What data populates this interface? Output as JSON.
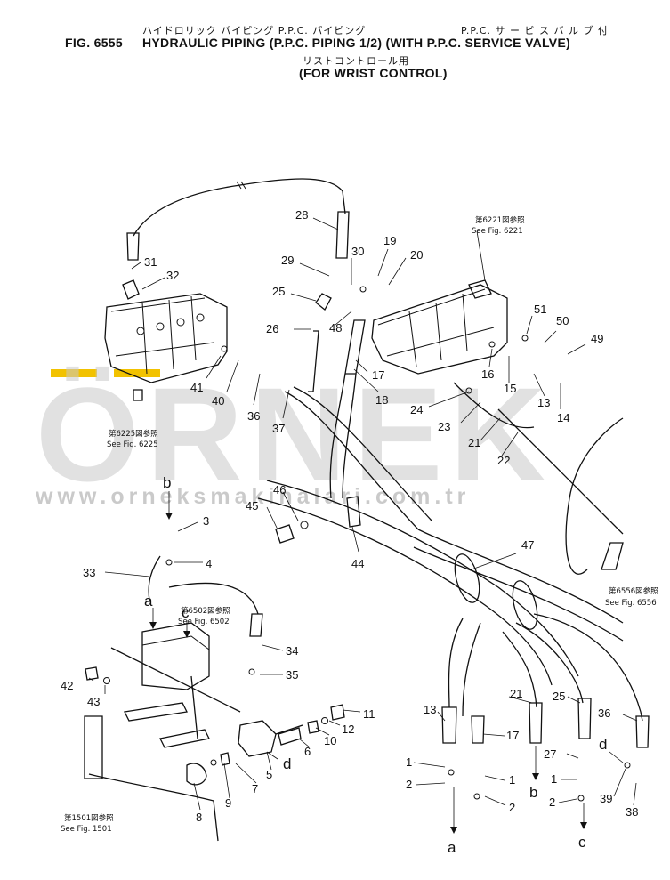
{
  "header": {
    "jp_title_left": "ハイドロリック パイピング P.P.C. パイピング",
    "jp_title_right": "P.P.C. サ ー ビ ス バ ル ブ 付",
    "fig_number": "FIG. 6555",
    "title": "HYDRAULIC PIPING (P.P.C. PIPING 1/2) (WITH P.P.C. SERVICE VALVE)",
    "jp_subtitle": "リストコントロール用",
    "subtitle": "(FOR WRIST CONTROL)"
  },
  "watermark": {
    "brand": "ÖRNEK",
    "url": "www.orneksmakinalari.com.tr",
    "accent_color": "#f2c200"
  },
  "references": [
    {
      "jp": "第6221図参照",
      "en": "See Fig. 6221"
    },
    {
      "jp": "第6225図参照",
      "en": "See Fig. 6225"
    },
    {
      "jp": "第6502図参照",
      "en": "See Fig. 6502"
    },
    {
      "jp": "第6556図参照",
      "en": "See Fig. 6556"
    },
    {
      "jp": "第1501図参照",
      "en": "See Fig. 1501"
    }
  ],
  "callouts": [
    "28",
    "31",
    "32",
    "41",
    "40",
    "36",
    "37",
    "29",
    "30",
    "25",
    "26",
    "48",
    "19",
    "20",
    "17",
    "18",
    "24",
    "23",
    "21",
    "22",
    "16",
    "15",
    "13",
    "14",
    "51",
    "50",
    "49",
    "3",
    "4",
    "33",
    "46",
    "45",
    "44",
    "47",
    "34",
    "35",
    "42",
    "43",
    "11",
    "12",
    "10",
    "6",
    "5",
    "7",
    "9",
    "8",
    "13",
    "1",
    "2",
    "17",
    "1",
    "2",
    "21",
    "25",
    "27",
    "1",
    "2",
    "36",
    "39",
    "38"
  ],
  "flow_letters": [
    "b",
    "a",
    "c",
    "d",
    "d",
    "a",
    "b",
    "c"
  ]
}
